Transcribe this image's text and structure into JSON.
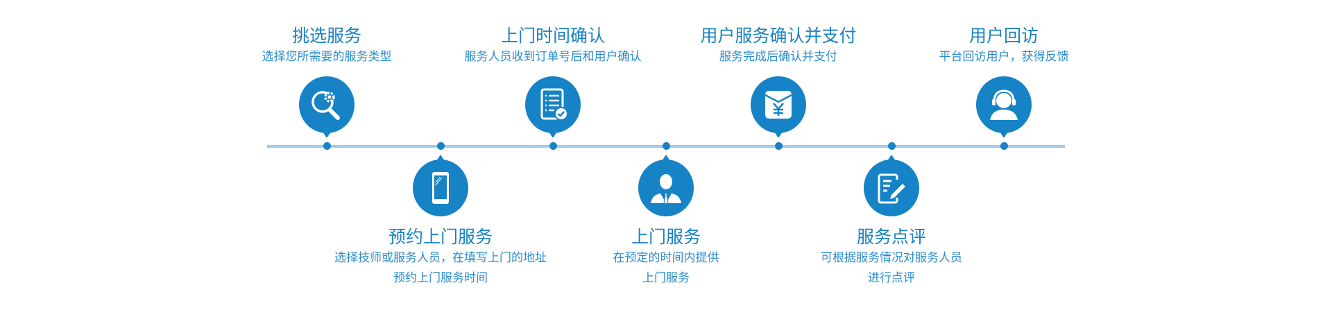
{
  "colors": {
    "accent": "#1583c6",
    "line": "#a3cbe5"
  },
  "steps": [
    {
      "title": "挑选服务",
      "desc": [
        "选择您所需要的服务类型"
      ],
      "icon": "search-gear-icon"
    },
    {
      "title": "预约上门服务",
      "desc": [
        "选择技师或服务人员，在填写上门的地址",
        "预约上门服务时间"
      ],
      "icon": "phone-icon"
    },
    {
      "title": "上门时间确认",
      "desc": [
        "服务人员收到订单号后和用户确认"
      ],
      "icon": "checklist-icon"
    },
    {
      "title": "上门服务",
      "desc": [
        "在预定的时间内提供",
        "上门服务"
      ],
      "icon": "technician-icon"
    },
    {
      "title": "用户服务确认并支付",
      "desc": [
        "服务完成后确认并支付"
      ],
      "icon": "yuan-payment-icon"
    },
    {
      "title": "服务点评",
      "desc": [
        "可根据服务情况对服务人员",
        "进行点评"
      ],
      "icon": "review-edit-icon"
    },
    {
      "title": "用户回访",
      "desc": [
        "平台回访用户，获得反馈"
      ],
      "icon": "headset-user-icon"
    }
  ]
}
